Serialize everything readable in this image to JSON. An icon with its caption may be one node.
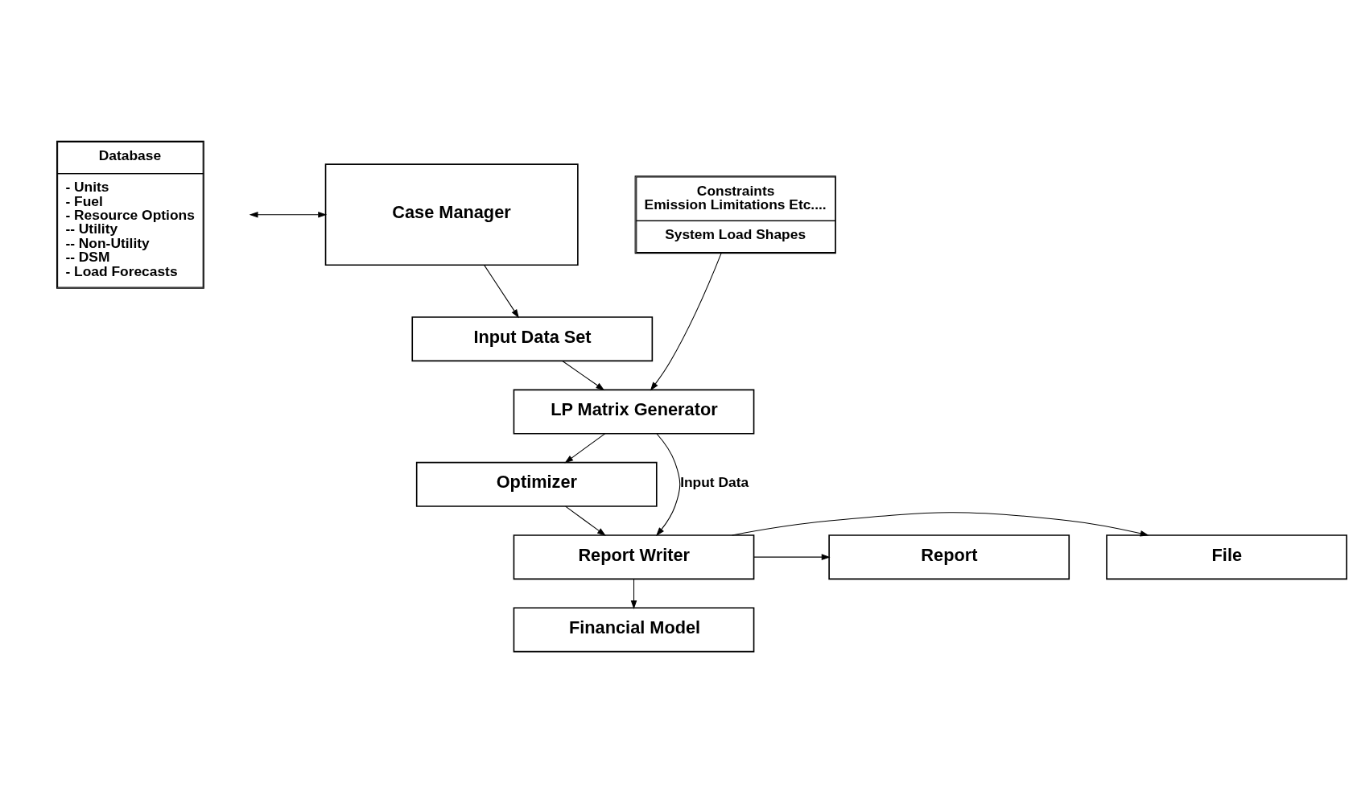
{
  "diagram": {
    "nodes": [
      {
        "text": [
          "Database",
          "- Units",
          "- Fuel",
          "- Resource Options",
          "-- Utility",
          "-- Non-Utility",
          "-- DSM",
          "- Load Forecasts"
        ]
      },
      {
        "text": [
          "Case Manager"
        ]
      },
      {
        "text": [
          "Constraints",
          "Emission Limitations Etc....",
          "System Load Shapes"
        ]
      },
      {
        "text": [
          "Input Data Set"
        ]
      },
      {
        "text": [
          "LP Matrix Generator"
        ]
      },
      {
        "text": [
          "Optimizer"
        ]
      },
      {
        "text": [
          "File"
        ]
      },
      {
        "text": [
          "Report Writer"
        ]
      },
      {
        "text": [
          "Report"
        ]
      },
      {
        "text": [
          "Financial Model"
        ]
      }
    ],
    "edges": [
      {
        "from": 0,
        "to": 1,
        "arrow": "both"
      },
      {
        "from": 1,
        "to": 3,
        "arrow": "to"
      },
      {
        "from": 3,
        "to": 4,
        "arrow": "to"
      },
      {
        "from": 2,
        "to": 4,
        "arrow": "to"
      },
      {
        "from": 4,
        "to": 7,
        "arrow": "to",
        "label": "Input Data"
      },
      {
        "from": 4,
        "to": 5,
        "arrow": "to"
      },
      {
        "from": 5,
        "to": 7,
        "arrow": "to"
      },
      {
        "from": 7,
        "to": 6,
        "arrow": "to"
      },
      {
        "from": 7,
        "to": 8,
        "arrow": "to"
      },
      {
        "from": 7,
        "to": 9,
        "arrow": "to"
      }
    ]
  }
}
